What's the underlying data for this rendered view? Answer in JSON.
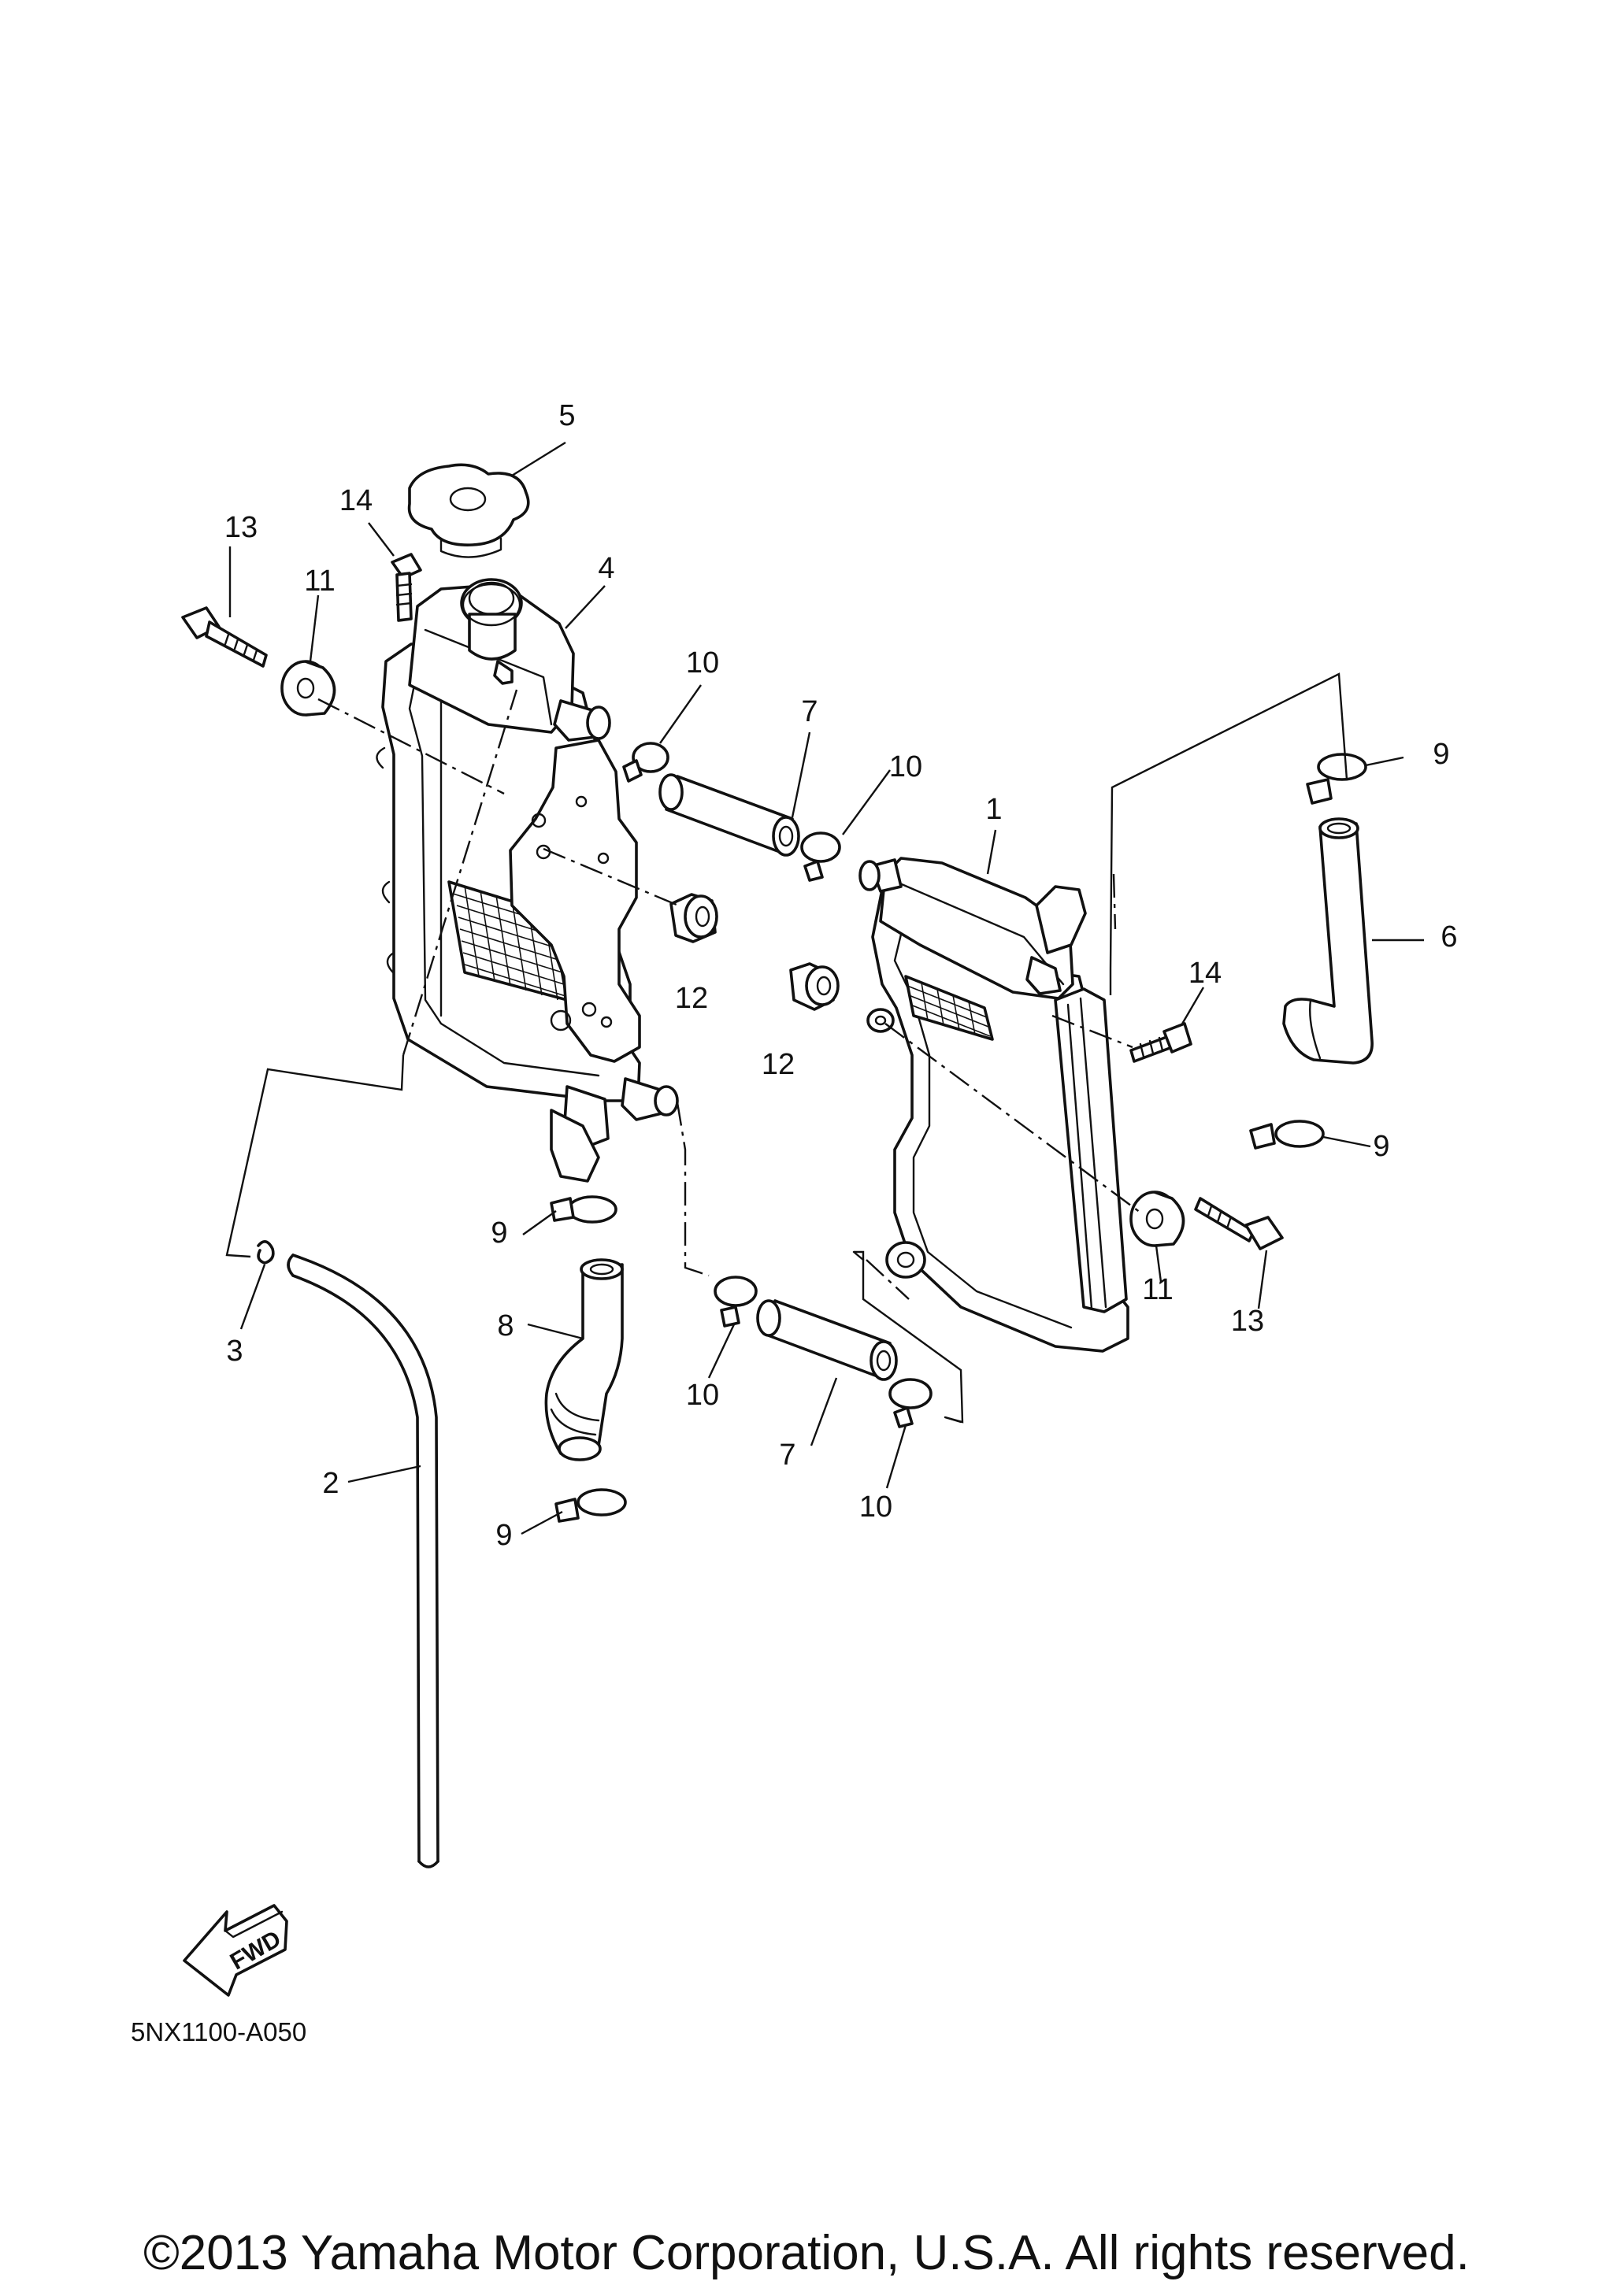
{
  "diagram": {
    "code": "5NX1100-A050",
    "fwd_label": "FWD",
    "copyright": "©2013 Yamaha Motor Corporation, U.S.A. All rights reserved."
  },
  "callouts": [
    {
      "id": "c5",
      "label": "5"
    },
    {
      "id": "c14a",
      "label": "14"
    },
    {
      "id": "c13a",
      "label": "13"
    },
    {
      "id": "c11a",
      "label": "11"
    },
    {
      "id": "c4",
      "label": "4"
    },
    {
      "id": "c10a",
      "label": "10"
    },
    {
      "id": "c7a",
      "label": "7"
    },
    {
      "id": "c10b",
      "label": "10"
    },
    {
      "id": "c9a",
      "label": "9"
    },
    {
      "id": "c1",
      "label": "1"
    },
    {
      "id": "c6",
      "label": "6"
    },
    {
      "id": "c12a",
      "label": "12"
    },
    {
      "id": "c12b",
      "label": "12"
    },
    {
      "id": "c14b",
      "label": "14"
    },
    {
      "id": "c9b",
      "label": "9"
    },
    {
      "id": "c9c",
      "label": "9"
    },
    {
      "id": "c11b",
      "label": "11"
    },
    {
      "id": "c13b",
      "label": "13"
    },
    {
      "id": "c3",
      "label": "3"
    },
    {
      "id": "c8",
      "label": "8"
    },
    {
      "id": "c10c",
      "label": "10"
    },
    {
      "id": "c2",
      "label": "2"
    },
    {
      "id": "c7b",
      "label": "7"
    },
    {
      "id": "c10d",
      "label": "10"
    },
    {
      "id": "c9d",
      "label": "9"
    }
  ]
}
